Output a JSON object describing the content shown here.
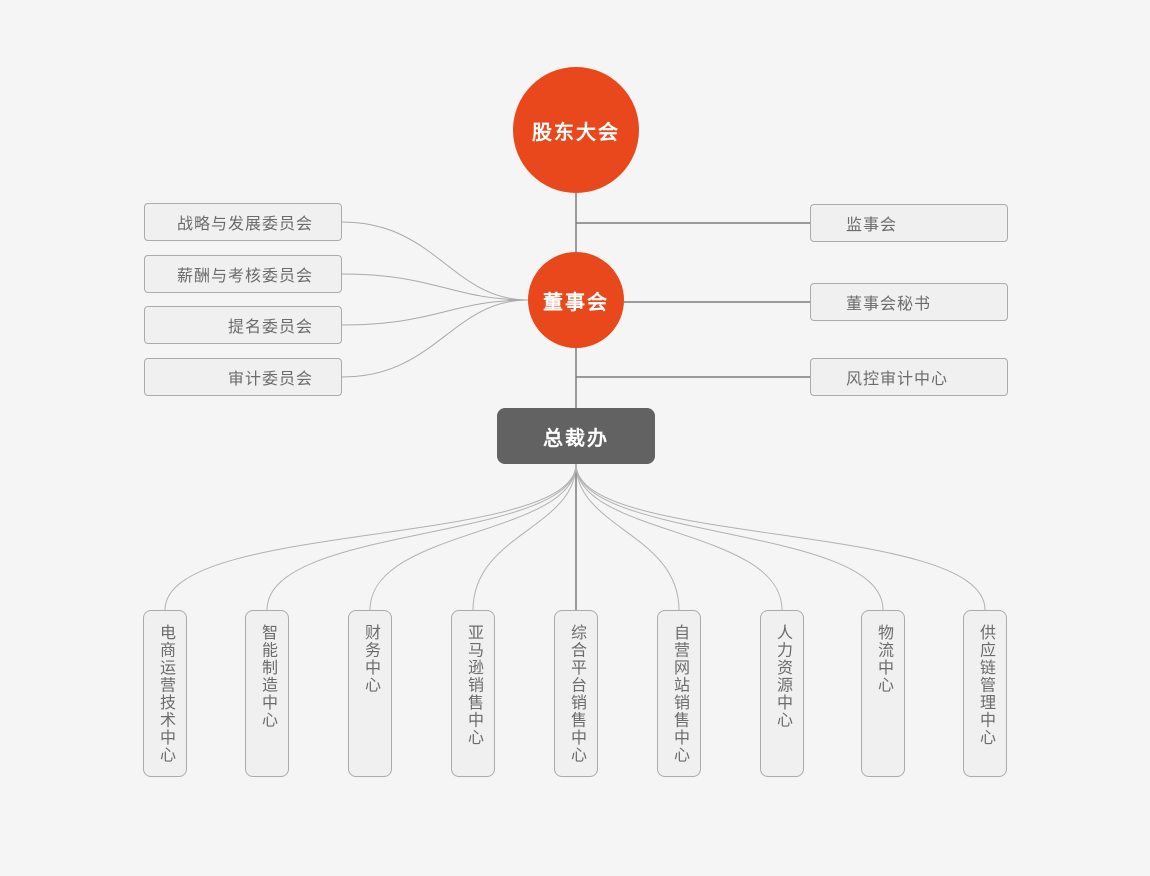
{
  "palette": {
    "canvas_bg": "#f5f5f5",
    "accent": "#e8481c",
    "executive_box": "#626262",
    "node_bg": "#f0f0f0",
    "node_border": "#ababab",
    "node_text": "#6b6b6b",
    "trunk_line": "#7d7d7d",
    "branch_line": "#b1b1b1"
  },
  "chart": {
    "root": {
      "label": "股东大会"
    },
    "board": {
      "label": "董事会"
    },
    "president_office": {
      "label": "总裁办"
    },
    "left_committees": [
      {
        "label": "战略与发展委员会"
      },
      {
        "label": "薪酬与考核委员会"
      },
      {
        "label": "提名委员会"
      },
      {
        "label": "审计委员会"
      }
    ],
    "right_nodes": [
      {
        "label": "监事会"
      },
      {
        "label": "董事会秘书"
      },
      {
        "label": "风控审计中心"
      }
    ],
    "departments": [
      {
        "label": "电商运营技术中心"
      },
      {
        "label": "智能制造中心"
      },
      {
        "label": "财务中心"
      },
      {
        "label": "亚马逊销售中心"
      },
      {
        "label": "综合平台销售中心"
      },
      {
        "label": "自营网站销售中心"
      },
      {
        "label": "人力资源中心"
      },
      {
        "label": "物流中心"
      },
      {
        "label": "供应链管理中心"
      }
    ]
  }
}
